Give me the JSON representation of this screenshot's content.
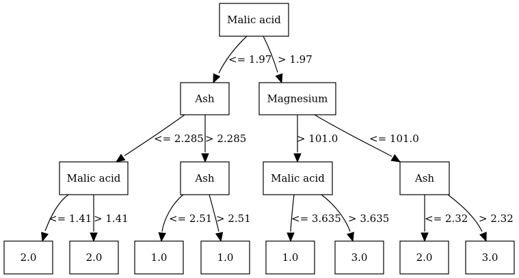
{
  "tree": {
    "nodes": [
      {
        "id": "n0",
        "label": "Malic acid"
      },
      {
        "id": "n1",
        "label": "Ash"
      },
      {
        "id": "n2",
        "label": "Magnesium"
      },
      {
        "id": "n3",
        "label": "Malic acid"
      },
      {
        "id": "n4",
        "label": "Ash"
      },
      {
        "id": "n5",
        "label": "Malic acid"
      },
      {
        "id": "n6",
        "label": "Ash"
      },
      {
        "id": "n7",
        "label": "2.0"
      },
      {
        "id": "n8",
        "label": "2.0"
      },
      {
        "id": "n9",
        "label": "1.0"
      },
      {
        "id": "n10",
        "label": "1.0"
      },
      {
        "id": "n11",
        "label": "1.0"
      },
      {
        "id": "n12",
        "label": "3.0"
      },
      {
        "id": "n13",
        "label": "2.0"
      },
      {
        "id": "n14",
        "label": "3.0"
      }
    ],
    "edges": [
      {
        "from": "n0",
        "to": "n1",
        "label": "<= 1.97"
      },
      {
        "from": "n0",
        "to": "n2",
        "label": "> 1.97"
      },
      {
        "from": "n1",
        "to": "n3",
        "label": "<= 2.285"
      },
      {
        "from": "n1",
        "to": "n4",
        "label": "> 2.285"
      },
      {
        "from": "n2",
        "to": "n5",
        "label": "> 101.0"
      },
      {
        "from": "n2",
        "to": "n6",
        "label": "<= 101.0"
      },
      {
        "from": "n3",
        "to": "n7",
        "label": "<= 1.41"
      },
      {
        "from": "n3",
        "to": "n8",
        "label": "> 1.41"
      },
      {
        "from": "n4",
        "to": "n9",
        "label": "<= 2.51"
      },
      {
        "from": "n4",
        "to": "n10",
        "label": "> 2.51"
      },
      {
        "from": "n5",
        "to": "n11",
        "label": "<= 3.635"
      },
      {
        "from": "n5",
        "to": "n12",
        "label": "> 3.635"
      },
      {
        "from": "n6",
        "to": "n13",
        "label": "<= 2.32"
      },
      {
        "from": "n6",
        "to": "n14",
        "label": "> 2.32"
      }
    ]
  }
}
